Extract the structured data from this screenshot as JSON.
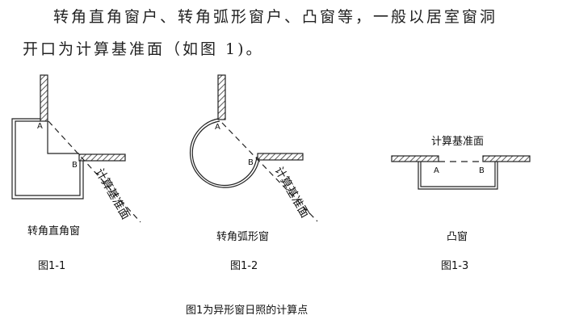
{
  "paragraph": {
    "line1": "转角直角窗户、转角弧形窗户、凸窗等，一般以居室窗洞",
    "line2": "开口为计算基准面（如图 1)。"
  },
  "figures": [
    {
      "name": "转角直角窗",
      "number": "图1-1",
      "point_a": "A",
      "point_b": "B",
      "plane_label": "计算基准面"
    },
    {
      "name": "转角弧形窗",
      "number": "图1-2",
      "point_a": "A",
      "point_b": "B",
      "plane_label": "计算基准面"
    },
    {
      "name": "凸窗",
      "number": "图1-3",
      "point_a": "A",
      "point_b": "B",
      "plane_label": "计算基准面"
    }
  ],
  "caption": "图1为异形窗日照的计算点"
}
